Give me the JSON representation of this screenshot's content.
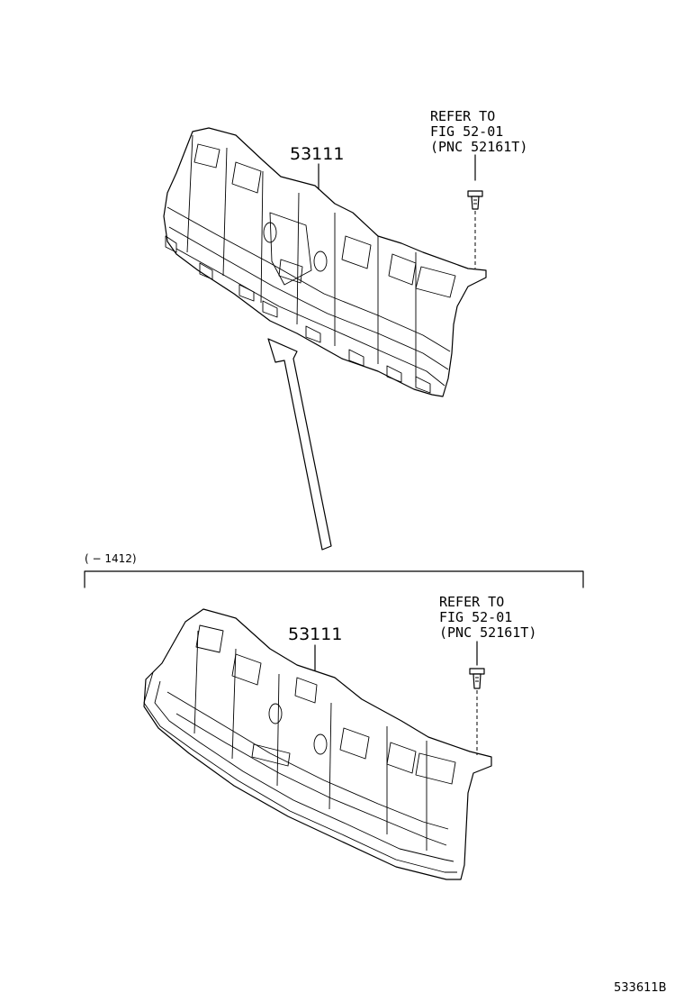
{
  "upper": {
    "part_number": "53111",
    "refer": [
      "REFER TO",
      "FIG 52-01",
      "(PNC 52161T)"
    ]
  },
  "bracket_label": "(    − 1412)",
  "lower": {
    "part_number": "53111",
    "refer": [
      "REFER TO",
      "FIG 52-01",
      "(PNC 52161T)"
    ]
  },
  "figure_id": "533611B",
  "icons": [
    "clip-icon",
    "pointer-arrow"
  ]
}
